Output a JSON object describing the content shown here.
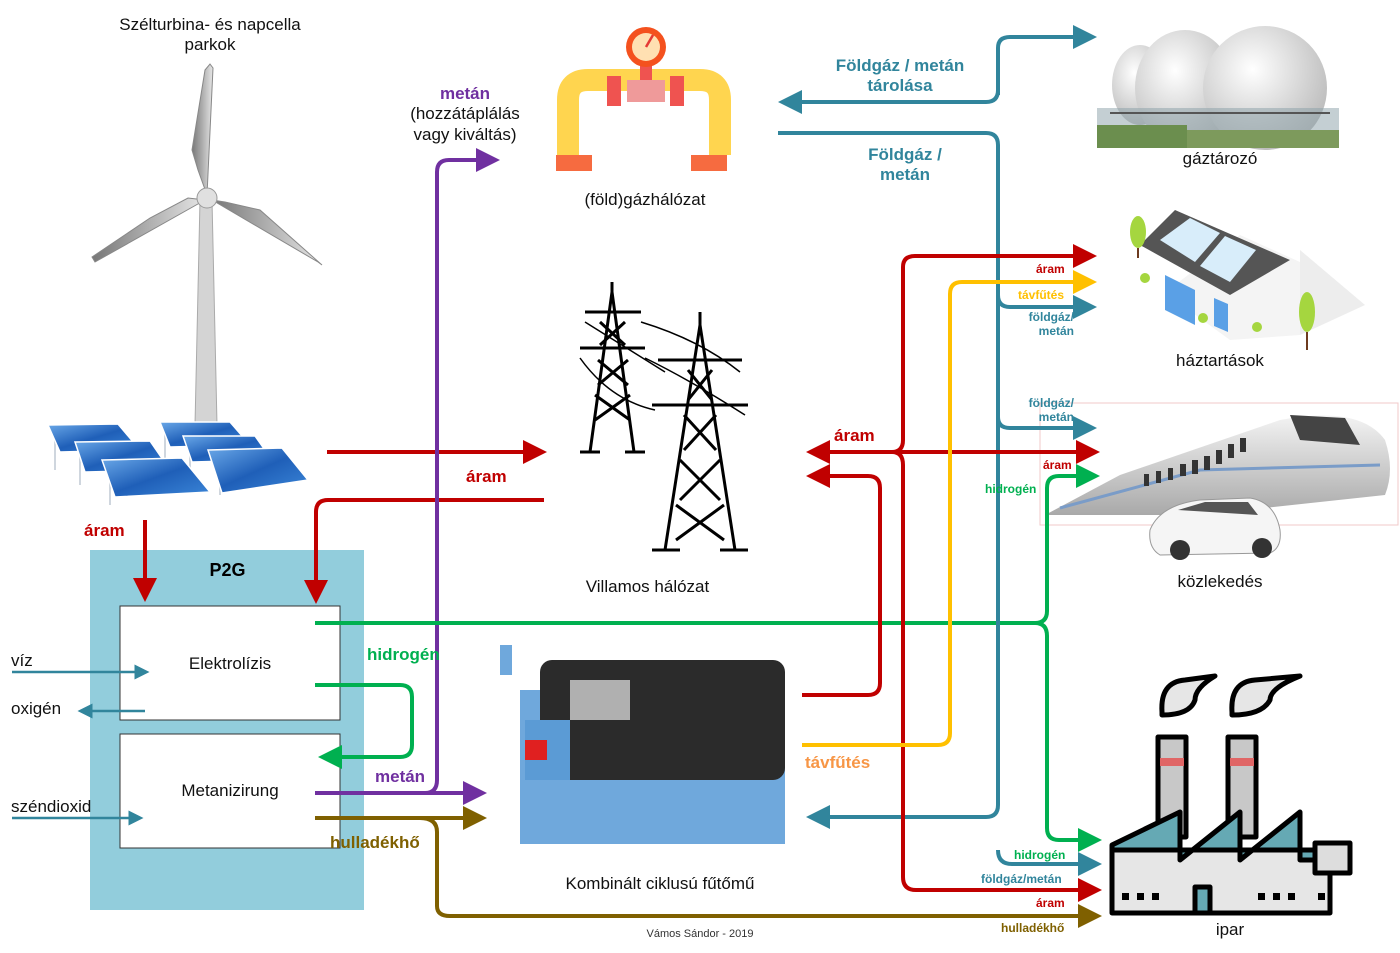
{
  "colors": {
    "aram": "#c00000",
    "hidrogen": "#00b050",
    "metan": "#7030a0",
    "foldgaz": "#31859c",
    "tavfutes": "#ffc000",
    "tavfutes_label": "#f79646",
    "hulladekho": "#7f6000",
    "p2g_bg": "#92cddc"
  },
  "nodes": {
    "wind_solar": {
      "line1": "Szélturbina- és napcella",
      "line2": "parkok",
      "icon": "wind-turbine-and-solar-panels"
    },
    "gas_grid": {
      "label": "(föld)gázhálózat",
      "icon": "gas-pipeline-icon"
    },
    "gas_storage": {
      "label": "gáztározó",
      "icon": "gas-storage-tanks"
    },
    "households": {
      "label": "háztartások",
      "icon": "house-icon"
    },
    "power_grid": {
      "label": "Villamos hálózat",
      "icon": "power-pylon-icon"
    },
    "transport": {
      "label": "közlekedés",
      "icon": "train-and-car"
    },
    "chp": {
      "label": "Kombinált ciklusú fűtőmű",
      "icon": "chp-plant"
    },
    "industry": {
      "label": "ipar",
      "icon": "factory-icon"
    }
  },
  "p2g": {
    "title": "P2G",
    "electrolysis": "Elektrolízis",
    "methanation": "Metanizirung",
    "inputs": {
      "water": "víz",
      "oxygen": "oxigén",
      "co2": "széndioxid"
    }
  },
  "flows": {
    "aram_to_p2g": "áram",
    "aram_grid": "áram",
    "metan_grid_1": "metán",
    "metan_grid_2": "(hozzátáplálás",
    "metan_grid_3": "vagy kiváltás)",
    "storage_1": "Földgáz / metán",
    "storage_2": "tárolása",
    "gas_out_1": "Földgáz /",
    "gas_out_2": "metán",
    "hidrogen": "hidrogén",
    "metan": "metán",
    "hulladekho": "hulladékhő",
    "tavfutes": "távfűtés",
    "aram_right": "áram",
    "hh_aram": "áram",
    "hh_tavfutes": "távfűtés",
    "hh_gaz_1": "földgáz/",
    "hh_gaz_2": "metán",
    "tr_gaz_1": "földgáz/",
    "tr_gaz_2": "metán",
    "tr_aram": "áram",
    "tr_hidrogen": "hidrogén",
    "ind_hidrogen": "hidrogén",
    "ind_gaz": "földgáz/metán",
    "ind_aram": "áram",
    "ind_hulladekho": "hulladékhő"
  },
  "credit": "Vámos Sándor - 2019"
}
